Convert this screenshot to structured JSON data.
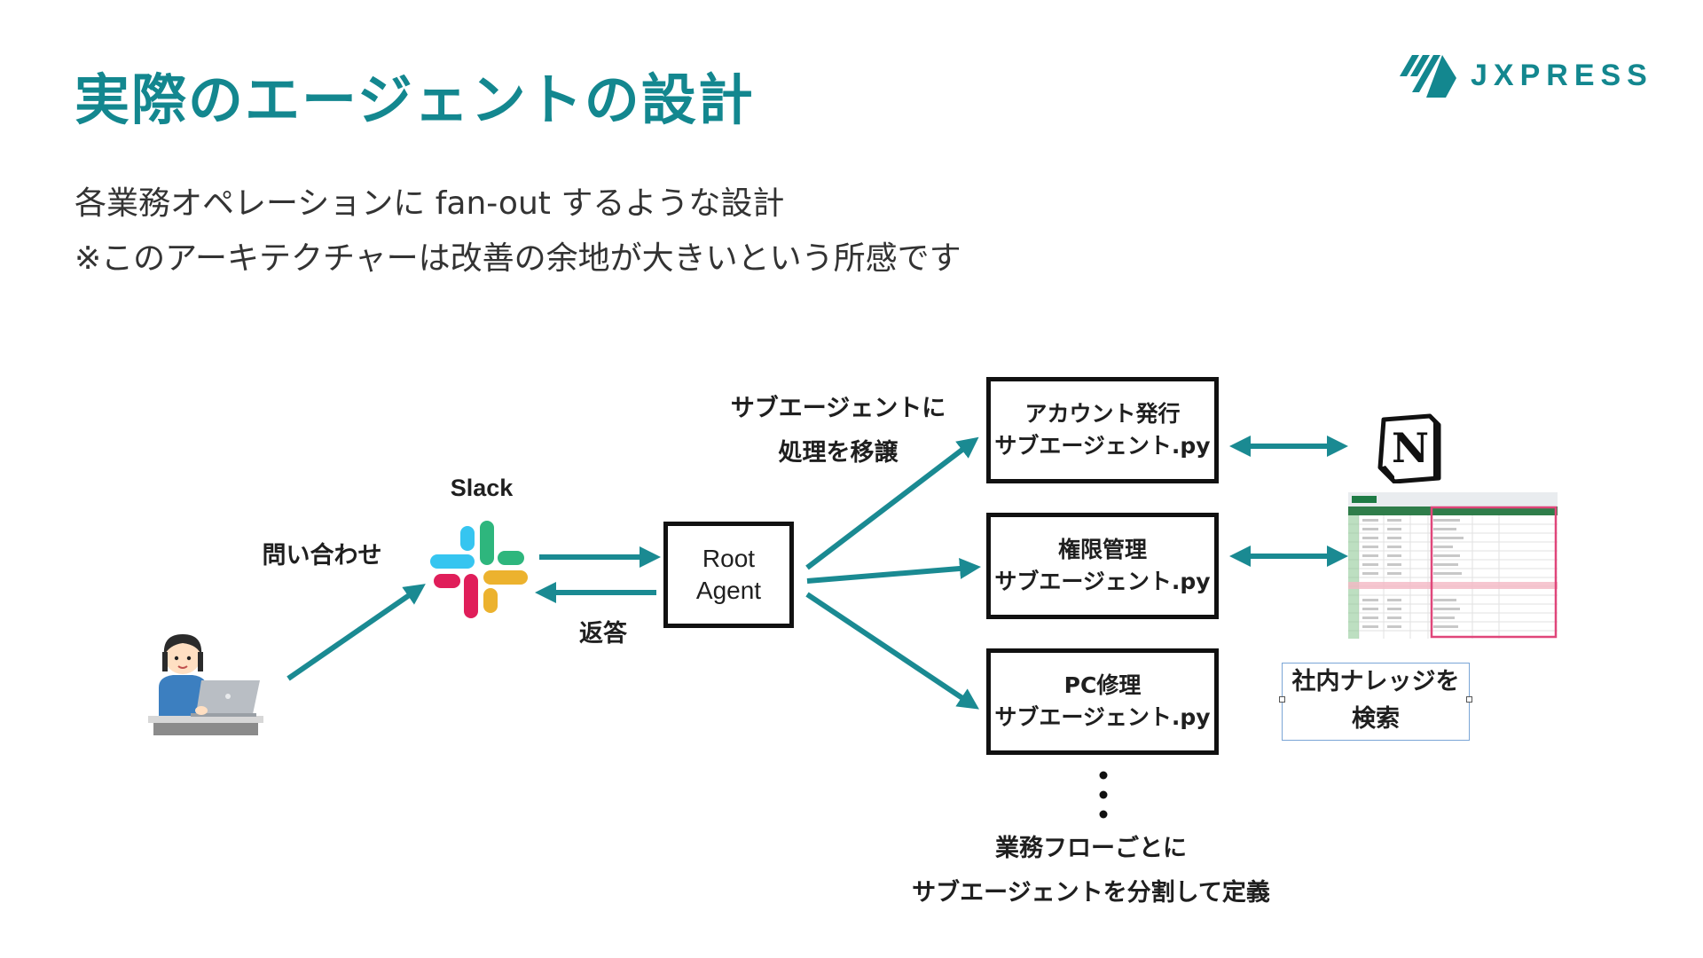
{
  "header": {
    "title": "実際のエージェントの設計",
    "logo_text": "JXPRESS"
  },
  "subtitle": {
    "line1": "各業務オペレーションに fan-out するような設計",
    "line2": "※このアーキテクチャーは改善の余地が大きいという所感です"
  },
  "diagram": {
    "user_label": "問い合わせ",
    "slack_label": "Slack",
    "reply_label": "返答",
    "root_agent": {
      "line1": "Root",
      "line2": "Agent"
    },
    "delegate_label": {
      "line1": "サブエージェントに",
      "line2": "処理を移譲"
    },
    "subagents": [
      {
        "line1": "アカウント発行",
        "line2": "サブエージェント.py"
      },
      {
        "line1": "権限管理",
        "line2": "サブエージェント.py"
      },
      {
        "line1": "PC修理",
        "line2": "サブエージェント.py"
      }
    ],
    "more_note": {
      "line1": "業務フローごとに",
      "line2": "サブエージェントを分割して定義"
    },
    "knowledge_label": {
      "line1": "社内ナレッジを",
      "line2": "検索"
    },
    "notion_letter": "N",
    "colors": {
      "accent": "#13878f",
      "arrow": "#1a8a92",
      "slack_blue": "#36c5f0",
      "slack_green": "#2eb67d",
      "slack_yellow": "#ecb22e",
      "slack_red": "#e01e5a"
    }
  }
}
